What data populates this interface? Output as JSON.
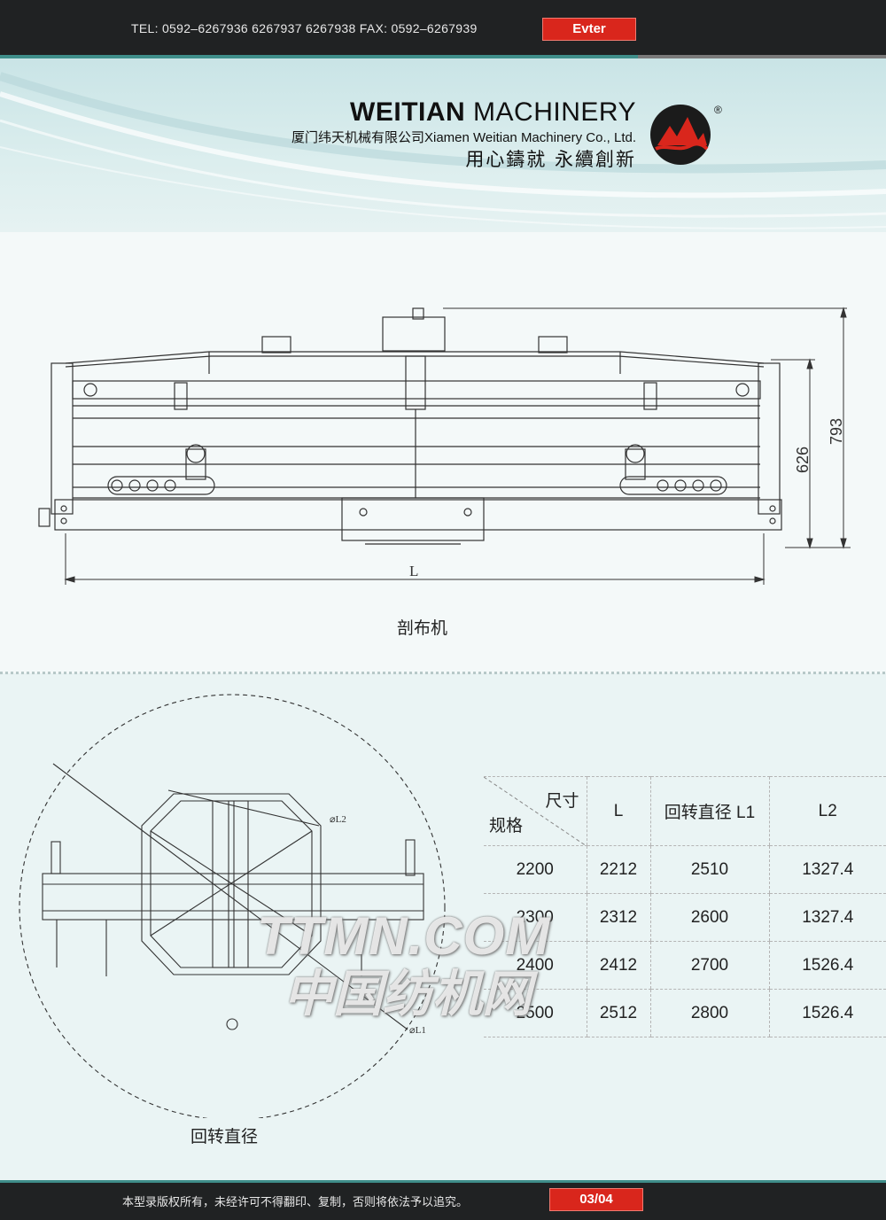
{
  "header": {
    "contact": "TEL: 0592–6267936  6267937  6267938    FAX: 0592–6267939",
    "brand_tab": "Evter"
  },
  "company": {
    "name_bold": "WEITIAN",
    "name_rest": " MACHINERY",
    "registered_mark": "®",
    "name_cn_en": "厦门纬天机械有限公司Xiamen Weitian Machinery Co., Ltd.",
    "slogan": "用心鑄就  永續創新"
  },
  "drawing1": {
    "caption": "剖布机",
    "dim_length": "L",
    "dim_height_inner": "626",
    "dim_height_outer": "793"
  },
  "drawing2": {
    "caption": "回转直径",
    "label_l1": "⌀L1",
    "label_l2": "⌀L2"
  },
  "spec_table": {
    "header_top_right": "尺寸",
    "header_bottom_left": "规格",
    "columns": [
      "L",
      "回转直径 L1",
      "L2"
    ],
    "rows": [
      [
        "2200",
        "2212",
        "2510",
        "1327.4"
      ],
      [
        "2300",
        "2312",
        "2600",
        "1327.4"
      ],
      [
        "2400",
        "2412",
        "2700",
        "1526.4"
      ],
      [
        "2500",
        "2512",
        "2800",
        "1526.4"
      ]
    ]
  },
  "watermark": {
    "line1": "TTMN.COM",
    "line2": "中国纺机网"
  },
  "footer": {
    "copyright": "本型录版权所有，未经许可不得翻印、复制，否则将依法予以追究。",
    "page": "03/04"
  }
}
